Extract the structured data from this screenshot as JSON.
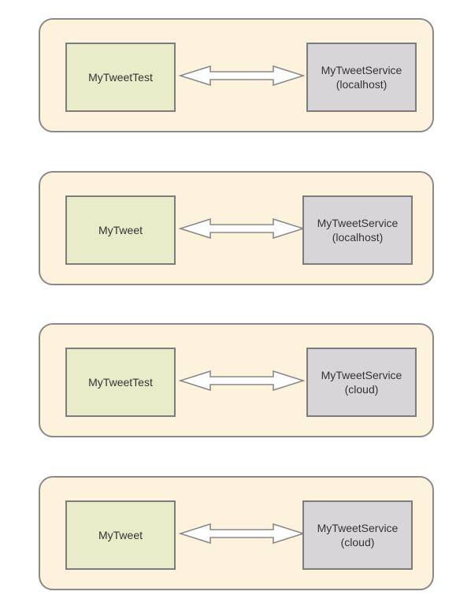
{
  "panels": [
    {
      "client": "MyTweetTest",
      "service_name": "MyTweetService",
      "service_host": "(localhost)"
    },
    {
      "client": "MyTweet",
      "service_name": "MyTweetService",
      "service_host": "(localhost)"
    },
    {
      "client": "MyTweetTest",
      "service_name": "MyTweetService",
      "service_host": "(cloud)"
    },
    {
      "client": "MyTweet",
      "service_name": "MyTweetService",
      "service_host": "(cloud)"
    }
  ],
  "colors": {
    "panel_fill": "#fdf2dc",
    "panel_border": "#8a8a8a",
    "client_fill": "#e9ecc8",
    "service_fill": "#d8d5d9",
    "arrow_stroke": "#8a8a8a"
  },
  "icons": {
    "connector": "double-arrow-icon"
  }
}
